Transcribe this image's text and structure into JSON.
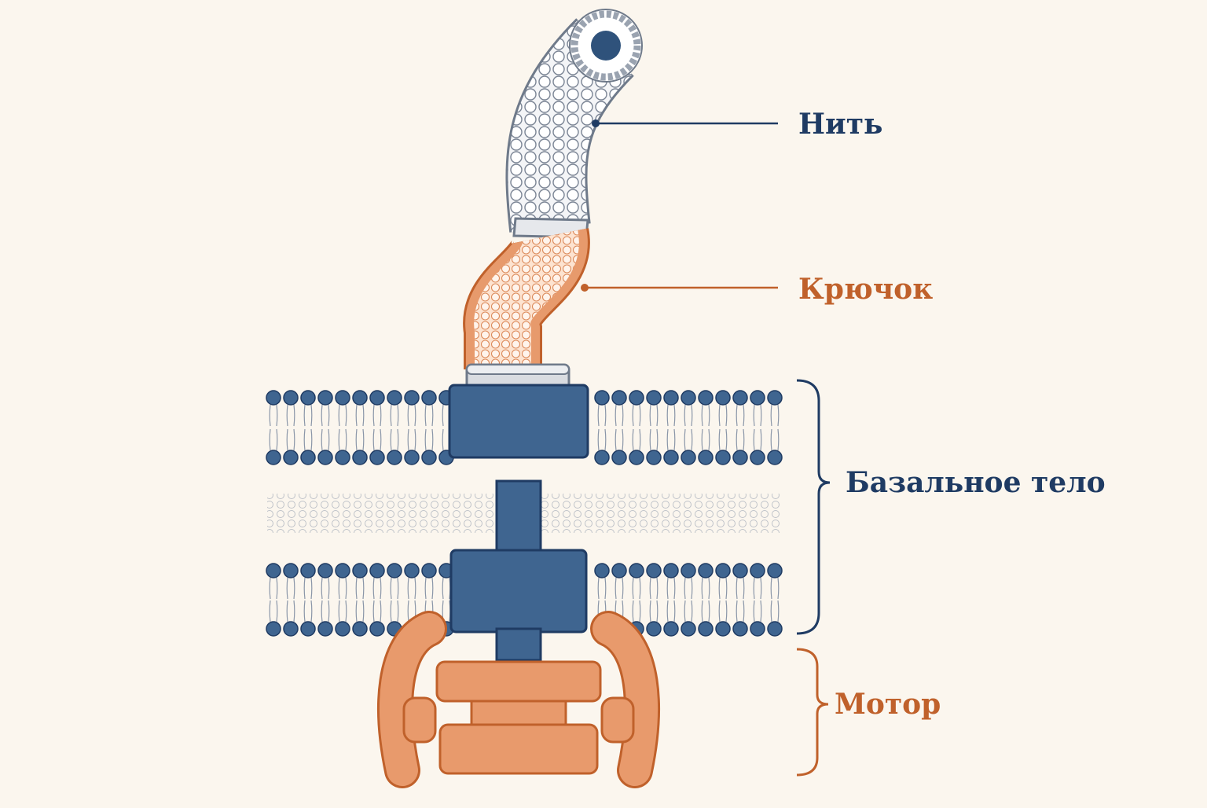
{
  "labels": {
    "filament": "Нить",
    "hook": "Крючок",
    "basal_body": "Базальное тело",
    "motor": "Мотор"
  },
  "colors": {
    "background": "#fbf6ee",
    "navy": "#1f3b63",
    "blue_part": "#3f6590",
    "orange": "#c0612b",
    "orange_fill": "#e89a6c",
    "gray_fill": "#e6e8ec",
    "gray_outline": "#6f7a8a"
  },
  "icons": {
    "membrane": "phospholipid-bilayer",
    "cell_wall": "peptidoglycan-layer",
    "filament": "protein-tube",
    "motor": "rotor-stator-rings"
  }
}
